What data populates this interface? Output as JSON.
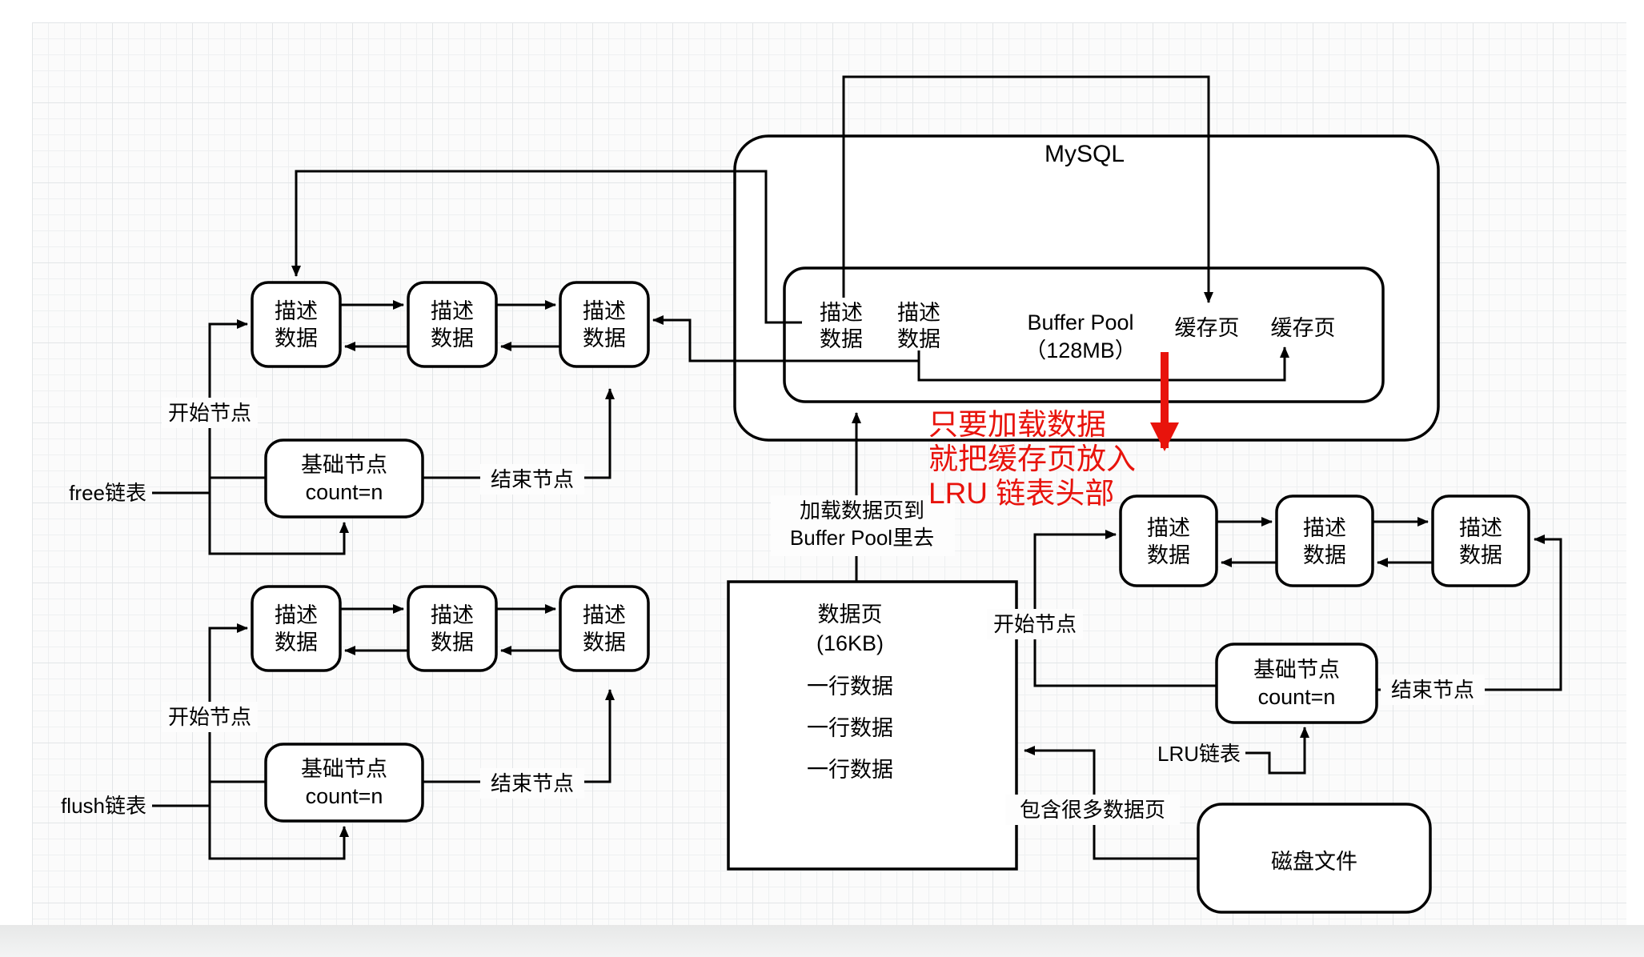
{
  "mysql": {
    "label": "MySQL"
  },
  "buffer_pool": {
    "name_line1": "Buffer Pool",
    "name_line2": "（128MB）",
    "cache_page1": "缓存页",
    "cache_page2": "缓存页"
  },
  "node": {
    "descriptor_line1": "描述",
    "descriptor_line2": "数据",
    "base_line1": "基础节点",
    "base_line2": "count=n"
  },
  "labels": {
    "start_node": "开始节点",
    "end_node": "结束节点",
    "free_list": "free链表",
    "flush_list": "flush链表",
    "lru_list": "LRU链表",
    "load_line1": "加载数据页到",
    "load_line2": "Buffer Pool里去",
    "contains_pages": "包含很多数据页"
  },
  "data_page": {
    "title_line1": "数据页",
    "title_line2": "(16KB)",
    "rows": [
      "一行数据",
      "一行数据",
      "一行数据"
    ]
  },
  "disk_file": {
    "label": "磁盘文件"
  },
  "red_note": {
    "line1": "只要加载数据",
    "line2": "就把缓存页放入",
    "line3": "LRU 链表头部",
    "color": "#e8130c"
  },
  "colors": {
    "stroke": "#000000",
    "box_fill": "#ffffff",
    "note_red": "#e8130c"
  }
}
